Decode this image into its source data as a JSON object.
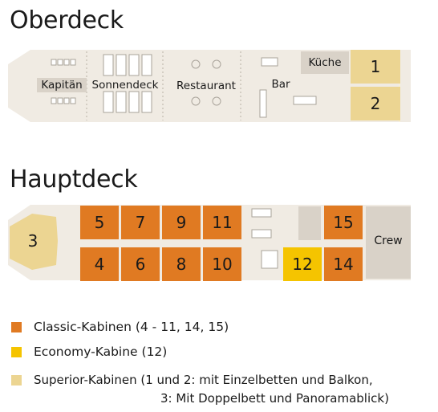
{
  "colors": {
    "hull": "#f0ebe3",
    "classic": "#e07a22",
    "economy": "#f5c400",
    "superior": "#ecd592",
    "service": "#d9d2c8"
  },
  "oberdeck": {
    "title": "Oberdeck",
    "areas": {
      "kapitaen": "Kapitän",
      "sonnendeck": "Sonnendeck",
      "restaurant": "Restaurant",
      "bar": "Bar",
      "kueche": "Küche"
    },
    "cabins": [
      "1",
      "2"
    ]
  },
  "hauptdeck": {
    "title": "Hauptdeck",
    "bow_cabin": "3",
    "cabins_top": [
      "5",
      "7",
      "9",
      "11"
    ],
    "cabins_bottom": [
      "4",
      "6",
      "8",
      "10"
    ],
    "economy_cabin": "12",
    "cabin_14": "14",
    "cabin_15": "15",
    "crew": "Crew"
  },
  "legend": {
    "classic": "Classic-Kabinen (4 - 11, 14, 15)",
    "economy": "Economy-Kabine (12)",
    "superior_line1": "Superior-Kabinen (1 und 2: mit Einzelbetten und Balkon,",
    "superior_line2": "3: Mit Doppelbett und Panoramablick)"
  }
}
